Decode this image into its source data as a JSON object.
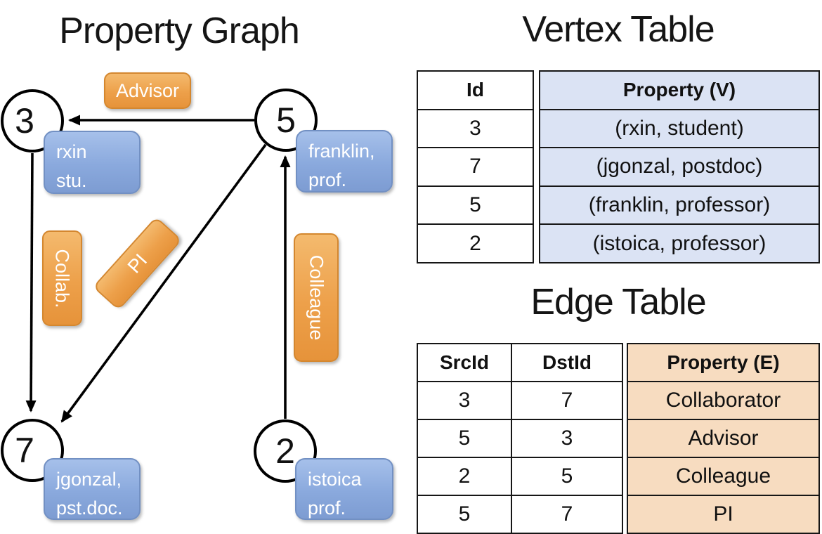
{
  "graph": {
    "title": "Property Graph",
    "vertices": [
      {
        "id": "3",
        "label_line1": "rxin",
        "label_line2": "stu."
      },
      {
        "id": "5",
        "label_line1": "franklin,",
        "label_line2": "prof."
      },
      {
        "id": "7",
        "label_line1": "jgonzal,",
        "label_line2": "pst.doc."
      },
      {
        "id": "2",
        "label_line1": "istoica",
        "label_line2": "prof."
      }
    ],
    "edge_labels": {
      "advisor": "Advisor",
      "collab": "Collab.",
      "pi": "PI",
      "colleague": "Colleague"
    }
  },
  "vertex_table": {
    "title": "Vertex Table",
    "columns": [
      "Id",
      "Property (V)"
    ],
    "rows": [
      [
        "3",
        "(rxin, student)"
      ],
      [
        "7",
        "(jgonzal, postdoc)"
      ],
      [
        "5",
        "(franklin, professor)"
      ],
      [
        "2",
        "(istoica, professor)"
      ]
    ]
  },
  "edge_table": {
    "title": "Edge Table",
    "columns": [
      "SrcId",
      "DstId",
      "Property (E)"
    ],
    "rows": [
      [
        "3",
        "7",
        "Collaborator"
      ],
      [
        "5",
        "3",
        "Advisor"
      ],
      [
        "2",
        "5",
        "Colleague"
      ],
      [
        "5",
        "7",
        "PI"
      ]
    ]
  },
  "colors": {
    "vertex_box_blue": "#8aa9dd",
    "edge_box_orange": "#eda04a",
    "vertex_table_fill": "#dbe3f4",
    "edge_table_fill": "#f7dcc0",
    "line_black": "#000000"
  }
}
